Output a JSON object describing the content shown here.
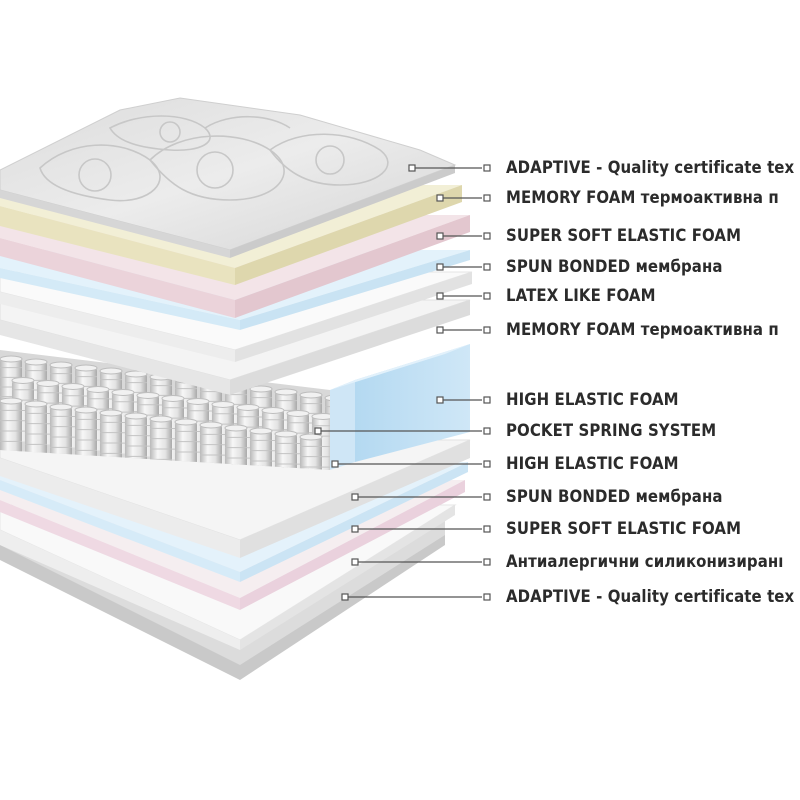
{
  "diagram": {
    "subject": "mattress-cross-section",
    "layers": [
      {
        "label": "ADAPTIVE - Quality certificate tex",
        "color": "#e6e6e6"
      },
      {
        "label": "MEMORY FOAM термоактивна п",
        "color": "#f0ecd0"
      },
      {
        "label": "SUPER SOFT ELASTIC FOAM",
        "color": "#f0dde2"
      },
      {
        "label": "SPUN BONDED мембрана",
        "color": "#dff0fa"
      },
      {
        "label": "LATEX LIKE FOAM",
        "color": "#f5f5f5"
      },
      {
        "label": "MEMORY FOAM термоактивна п",
        "color": "#efefef"
      },
      {
        "label": "HIGH ELASTIC FOAM",
        "color": "#bfe0f3"
      },
      {
        "label": "POCKET SPRING SYSTEM",
        "color": "#e0e0e0"
      },
      {
        "label": "HIGH ELASTIC FOAM",
        "color": "#f2f2f2"
      },
      {
        "label": "SPUN BONDED мембрана",
        "color": "#dff0fa"
      },
      {
        "label": "SUPER SOFT ELASTIC FOAM",
        "color": "#f2dde6"
      },
      {
        "label": "Антиалергични силиконизиранı",
        "color": "#f7f7f7"
      },
      {
        "label": "ADAPTIVE - Quality certificate tex",
        "color": "#c8c8c8"
      }
    ]
  }
}
